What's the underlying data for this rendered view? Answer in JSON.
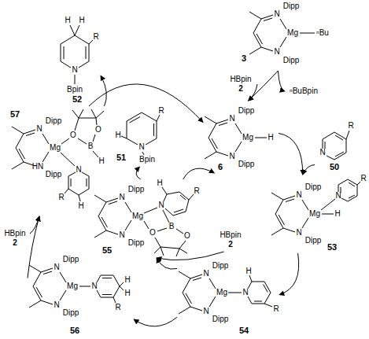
{
  "diagram": {
    "nodes": [
      {
        "text": [
          "52"
        ]
      },
      {
        "text": [
          "3"
        ]
      },
      {
        "text": [
          "6"
        ]
      },
      {
        "text": [
          "50"
        ]
      },
      {
        "text": [
          "53"
        ]
      },
      {
        "text": [
          "54"
        ]
      },
      {
        "text": [
          "56"
        ]
      },
      {
        "text": [
          "57"
        ]
      },
      {
        "text": [
          "55"
        ]
      },
      {
        "text": [
          "51"
        ]
      },
      {
        "text": [
          "HBpin",
          "2"
        ]
      },
      {
        "text": [
          "HBpin",
          "2"
        ]
      },
      {
        "text": [
          "HBpin",
          "2"
        ]
      },
      {
        "text": [
          "ⁿBuBpin"
        ]
      }
    ],
    "edges": [
      {
        "from": 1,
        "to": 2,
        "arrow": "to"
      },
      {
        "from": 10,
        "to": 2,
        "arrow": "to"
      },
      {
        "from": 1,
        "to": 13,
        "arrow": "to"
      },
      {
        "from": 2,
        "to": 4,
        "arrow": "to"
      },
      {
        "from": 3,
        "to": 4,
        "arrow": "to"
      },
      {
        "from": 4,
        "to": 5,
        "arrow": "to"
      },
      {
        "from": 5,
        "to": 6,
        "arrow": "to"
      },
      {
        "from": 5,
        "to": 8,
        "arrow": "to"
      },
      {
        "from": 11,
        "to": 8,
        "arrow": "to"
      },
      {
        "from": 8,
        "to": 2,
        "arrow": "to"
      },
      {
        "from": 8,
        "to": 9,
        "arrow": "to"
      },
      {
        "from": 6,
        "to": 7,
        "arrow": "to"
      },
      {
        "from": 12,
        "to": 7,
        "arrow": "to"
      },
      {
        "from": 7,
        "to": 2,
        "arrow": "to"
      },
      {
        "from": 7,
        "to": 0,
        "arrow": "to"
      }
    ],
    "labels": [
      "H",
      "H",
      "N",
      "Bpin",
      "R",
      "N",
      "N",
      "Mg",
      "Dipp",
      "Dipp",
      "ⁿBu",
      "N",
      "N",
      "Mg",
      "Dipp",
      "Dipp",
      "H",
      "N",
      "R",
      "N",
      "N",
      "Mg",
      "Dipp",
      "Dipp",
      "H",
      "N",
      "R",
      "N",
      "N",
      "Mg",
      "Dipp",
      "Dipp",
      "N",
      "H",
      "R",
      "N",
      "N",
      "Mg",
      "Dipp",
      "Dipp",
      "N",
      "H",
      "R",
      "B",
      "O",
      "O",
      "N",
      "N",
      "Mg",
      "Dipp",
      "Dipp",
      "N",
      "H",
      "H",
      "R",
      "N",
      "HN",
      "Mg",
      "Dipp",
      "Dipp",
      "O",
      "B",
      "O",
      "H",
      "N",
      "H",
      "R",
      "N",
      "H",
      "R",
      "Bpin"
    ]
  }
}
